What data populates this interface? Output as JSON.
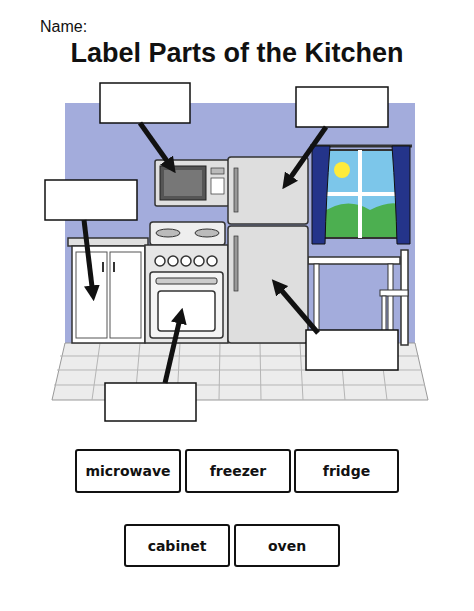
{
  "diagram": {
    "title": "Label Parts of the Kitchen",
    "nodes": [
      {
        "text": [
          "microwave"
        ]
      },
      {
        "text": [
          "freezer"
        ]
      },
      {
        "text": [
          "fridge"
        ]
      },
      {
        "text": [
          "cabinet"
        ]
      },
      {
        "text": [
          "oven"
        ]
      }
    ],
    "labels": [
      "Name:"
    ]
  }
}
